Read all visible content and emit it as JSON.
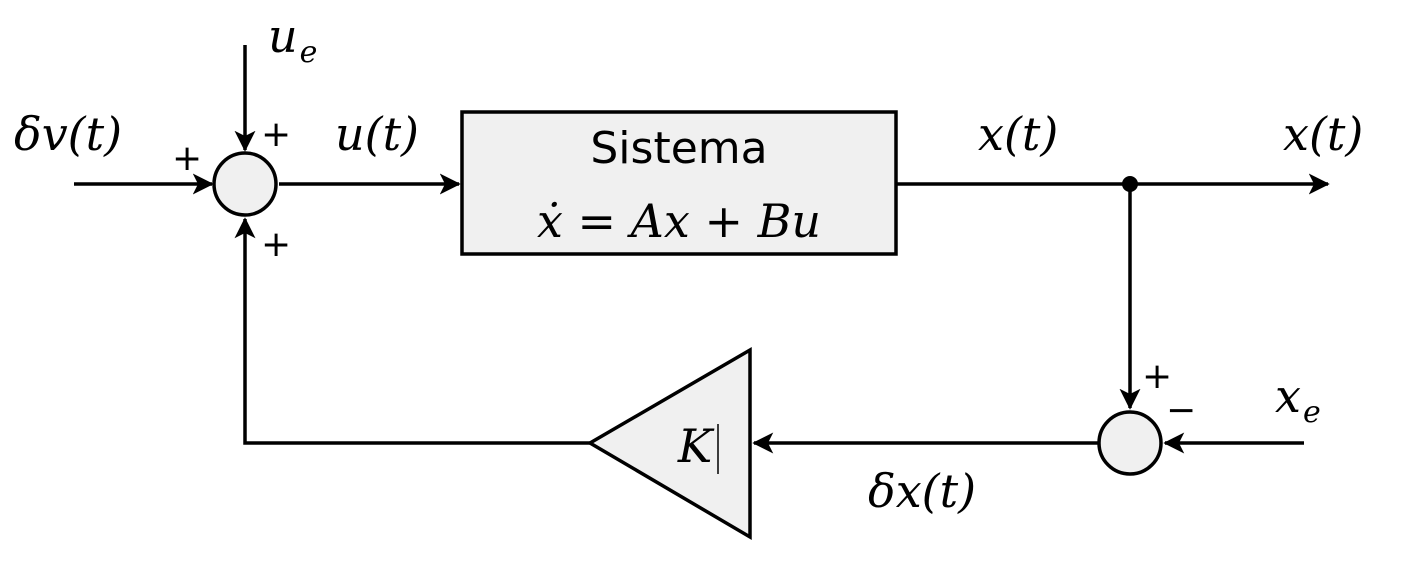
{
  "labels": {
    "input_delta_v": "δv(t)",
    "u_e_base": "u",
    "u_e_sub": "e",
    "u_t": "u(t)",
    "x_t_mid": "x(t)",
    "x_t_out": "x(t)",
    "x_e_base": "x",
    "x_e_sub": "e",
    "delta_x": "δx(t)",
    "gain": "K"
  },
  "system_block": {
    "title": "Sistema",
    "equation": "ẋ = Ax + Bu"
  },
  "summing_junction_1": {
    "sign_left": "+",
    "sign_top": "+",
    "sign_bottom": "+"
  },
  "summing_junction_2": {
    "sign_top": "+",
    "sign_right": "−"
  }
}
